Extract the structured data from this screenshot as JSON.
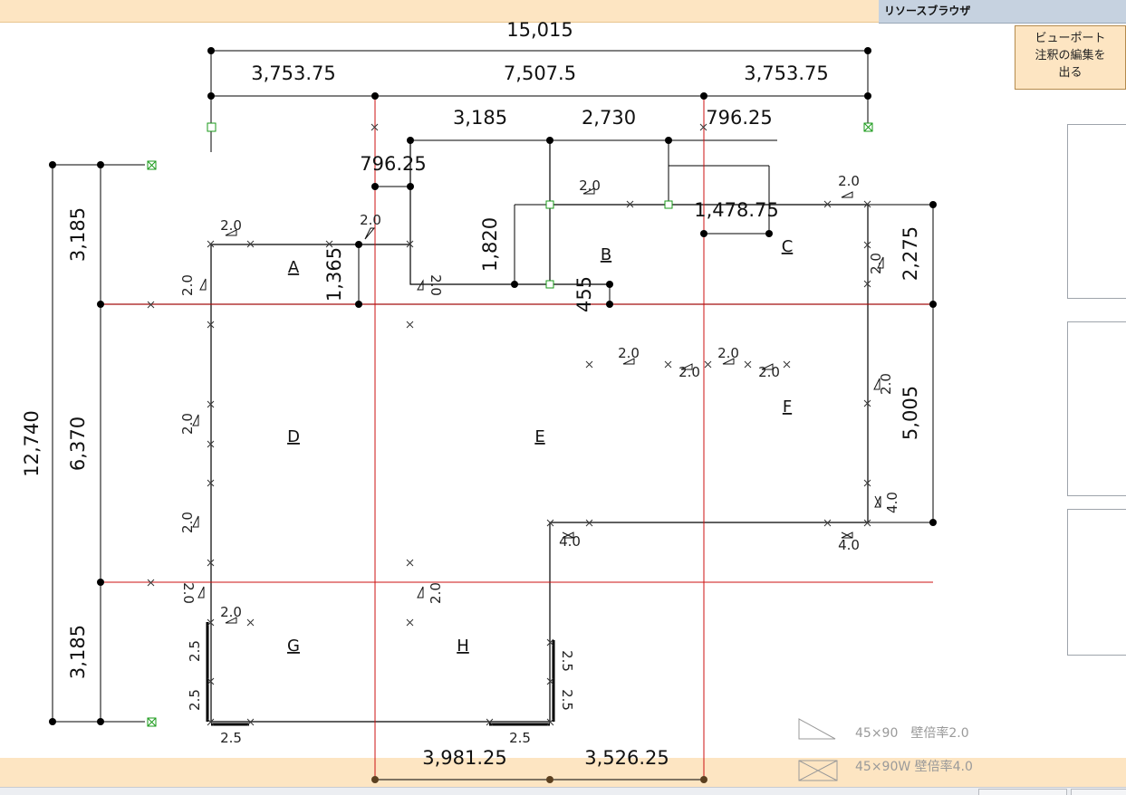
{
  "resource_browser": {
    "title": "リソースブラウザ",
    "exit_button_label": "ビューポート\n注釈の編集を\n出る"
  },
  "dimensions": {
    "overall_width": "15,015",
    "top_left": "3,753.75",
    "top_center": "7,507.5",
    "top_right": "3,753.75",
    "inner_3185": "3,185",
    "inner_2730": "2,730",
    "inner_796_right": "796.25",
    "inner_796_left": "796.25",
    "dim_1820": "1,820",
    "dim_1478": "1,478.75",
    "dim_1365": "1,365",
    "dim_455": "455",
    "left_overall": "12,740",
    "left_top": "3,185",
    "left_middle": "6,370",
    "left_bottom": "3,185",
    "right_upper": "2,275",
    "right_lower": "5,005",
    "bottom_left": "3,981.25",
    "bottom_right": "3,526.25"
  },
  "rooms": [
    "A",
    "B",
    "C",
    "D",
    "E",
    "F",
    "G",
    "H"
  ],
  "wall_ratios": {
    "r20": "2.0",
    "r25": "2.5",
    "r40": "4.0"
  },
  "legend": {
    "single": "45×90　壁倍率2.0",
    "double": "45×90W 壁倍率4.0"
  }
}
